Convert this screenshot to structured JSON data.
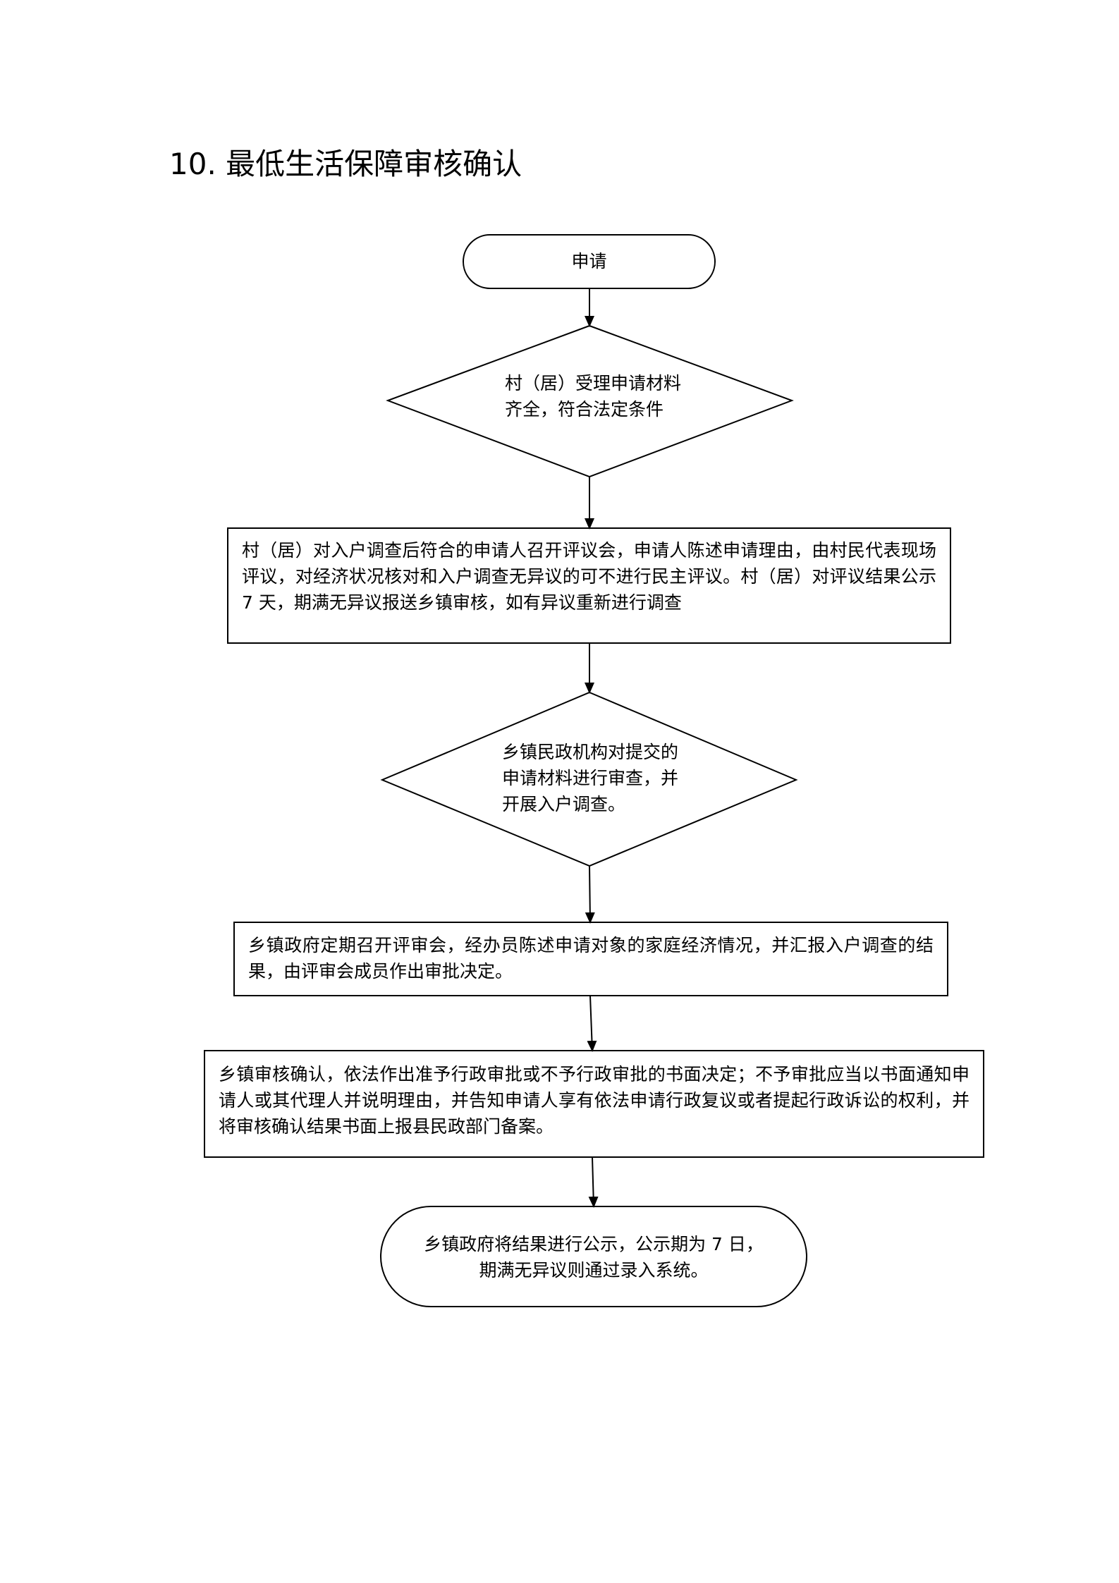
{
  "title": "10. 最低生活保障审核确认",
  "colors": {
    "stroke": "#000000",
    "background": "#ffffff",
    "text": "#000000"
  },
  "nodes": {
    "start": {
      "shape": "rounded",
      "text": "申请"
    },
    "village_accept": {
      "shape": "diamond",
      "text": "村（居）受理申请材料齐全，符合法定条件"
    },
    "village_review": {
      "shape": "rect",
      "text": "村（居）对入户调查后符合的申请人召开评议会，申请人陈述申请理由，由村民代表现场评议，对经济状况核对和入户调查无异议的可不进行民主评议。村（居）对评议结果公示 7 天，期满无异议报送乡镇审核，如有异议重新进行调查"
    },
    "township_check": {
      "shape": "diamond",
      "text": "乡镇民政机构对提交的申请材料进行审查，并开展入户调查。"
    },
    "township_meeting": {
      "shape": "rect",
      "text": "乡镇政府定期召开评审会，经办员陈述申请对象的家庭经济情况，并汇报入户调查的结果，由评审会成员作出审批决定。"
    },
    "township_confirm": {
      "shape": "rect",
      "text": "乡镇审核确认，依法作出准予行政审批或不予行政审批的书面决定；不予审批应当以书面通知申请人或其代理人并说明理由，并告知申请人享有依法申请行政复议或者提起行政诉讼的权利，并将审核确认结果书面上报县民政部门备案。"
    },
    "publicize": {
      "shape": "rounded",
      "text": "乡镇政府将结果进行公示，公示期为 7 日，期满无异议则通过录入系统。"
    }
  },
  "edges": [
    [
      "start",
      "village_accept"
    ],
    [
      "village_accept",
      "village_review"
    ],
    [
      "village_review",
      "township_check"
    ],
    [
      "township_check",
      "township_meeting"
    ],
    [
      "township_meeting",
      "township_confirm"
    ],
    [
      "township_confirm",
      "publicize"
    ]
  ]
}
